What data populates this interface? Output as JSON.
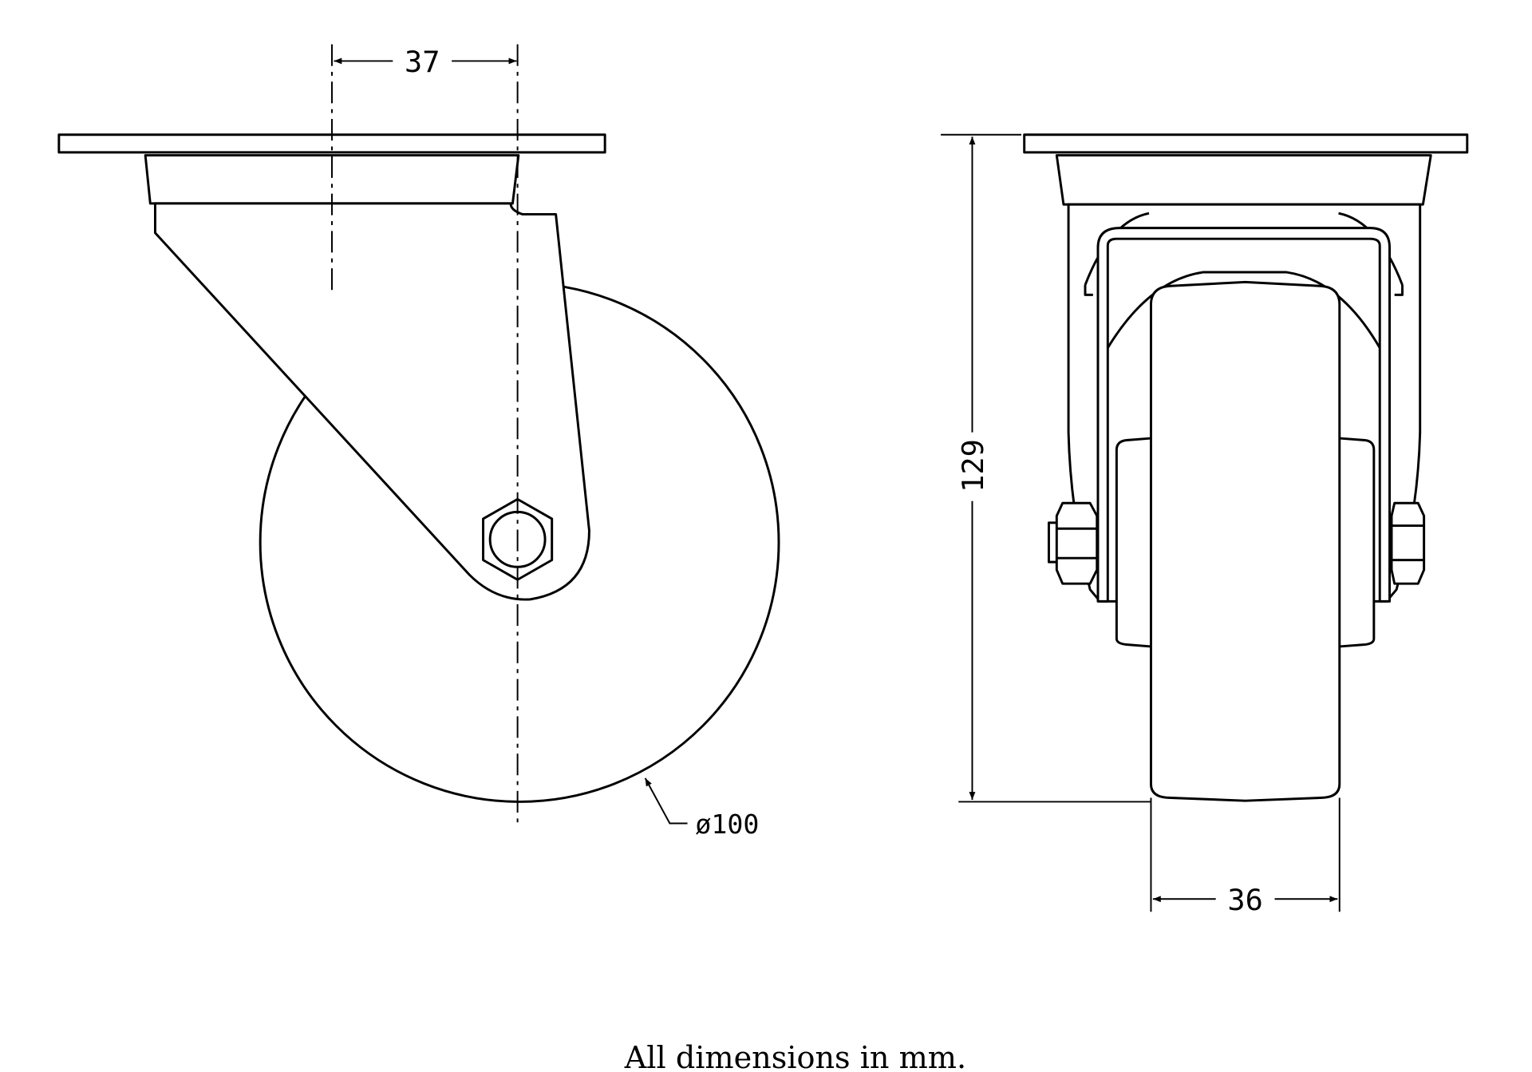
{
  "drawing": {
    "title": "Swivel castor technical drawing",
    "dimensions": {
      "offset": "37",
      "wheel_diameter": "ø100",
      "overall_height": "129",
      "wheel_width": "36"
    },
    "caption": "All dimensions in mm."
  },
  "colors": {
    "line": "#000000",
    "background": "#ffffff"
  }
}
